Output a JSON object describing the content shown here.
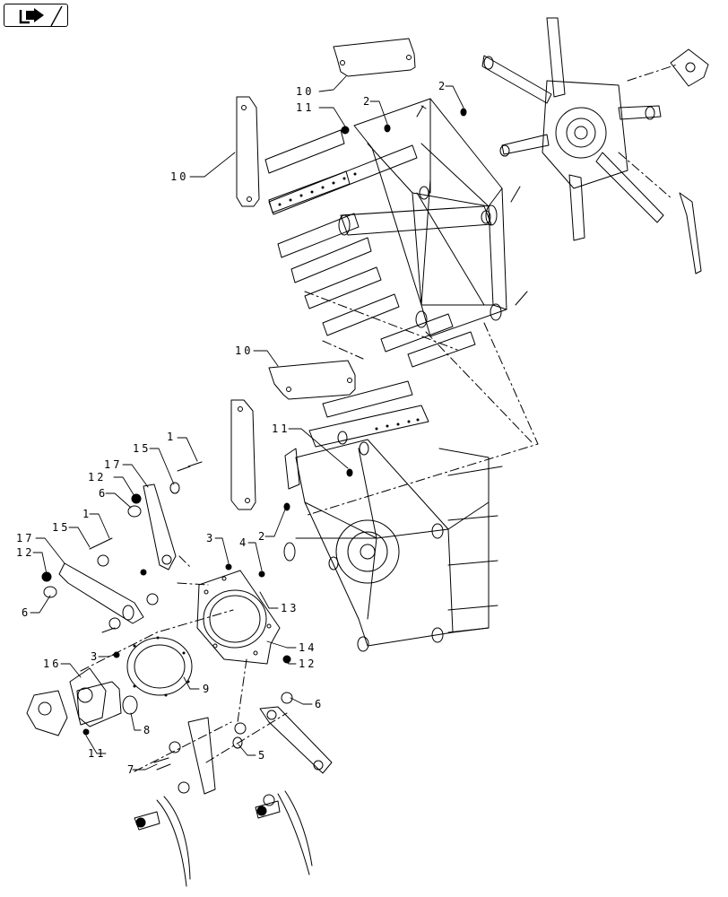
{
  "nav": {
    "icon": "return-arrow-icon"
  },
  "callouts": [
    {
      "label": "10"
    },
    {
      "label": "11"
    },
    {
      "label": "2"
    },
    {
      "label": "2"
    },
    {
      "label": "10"
    },
    {
      "label": "10"
    },
    {
      "label": "11"
    },
    {
      "label": "2"
    },
    {
      "label": "1"
    },
    {
      "label": "15"
    },
    {
      "label": "17"
    },
    {
      "label": "12"
    },
    {
      "label": "6"
    },
    {
      "label": "1"
    },
    {
      "label": "15"
    },
    {
      "label": "17"
    },
    {
      "label": "12"
    },
    {
      "label": "6"
    },
    {
      "label": "3"
    },
    {
      "label": "4"
    },
    {
      "label": "13"
    },
    {
      "label": "14"
    },
    {
      "label": "12"
    },
    {
      "label": "3"
    },
    {
      "label": "16"
    },
    {
      "label": "9"
    },
    {
      "label": "8"
    },
    {
      "label": "11"
    },
    {
      "label": "6"
    },
    {
      "label": "5"
    },
    {
      "label": "7"
    }
  ]
}
